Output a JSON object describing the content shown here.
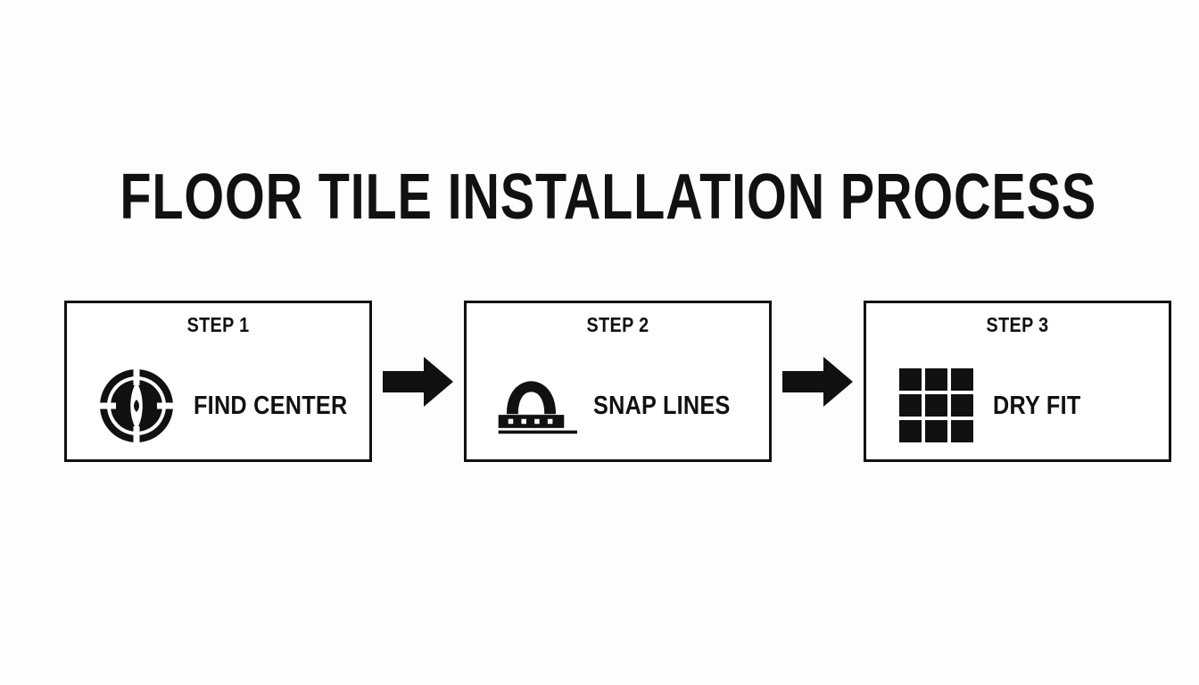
{
  "title": "FLOOR TILE INSTALLATION PROCESS",
  "theme": {
    "background": "#fdfdfd",
    "ink": "#111111",
    "card_fill": "#ffffff",
    "border": "#111111"
  },
  "steps": [
    {
      "heading": "STEP 1",
      "label": "FIND CENTER",
      "icon": "compass-icon"
    },
    {
      "heading": "STEP 2",
      "label": "SNAP LINES",
      "icon": "chalk-line-reel-icon"
    },
    {
      "heading": "STEP 3",
      "label": "DRY FIT",
      "icon": "tile-grid-icon"
    }
  ],
  "connectors": [
    {
      "name": "arrow-right-icon"
    },
    {
      "name": "arrow-right-icon"
    }
  ]
}
